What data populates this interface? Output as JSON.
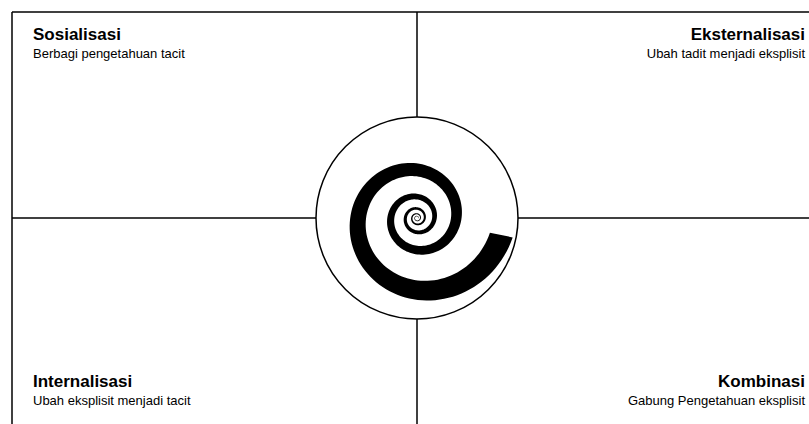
{
  "diagram": {
    "nodes": [
      {
        "text": [
          "Sosialisasi",
          "Berbagi pengetahuan tacit"
        ]
      },
      {
        "text": [
          "Eksternalisasi",
          "Ubah tadit menjadi eksplisit"
        ]
      },
      {
        "text": [
          "Internalisasi",
          "Ubah eksplisit menjadi tacit"
        ]
      },
      {
        "text": [
          "Kombinasi",
          "Gabung Pengetahuan eksplisit"
        ]
      }
    ],
    "edges": []
  }
}
